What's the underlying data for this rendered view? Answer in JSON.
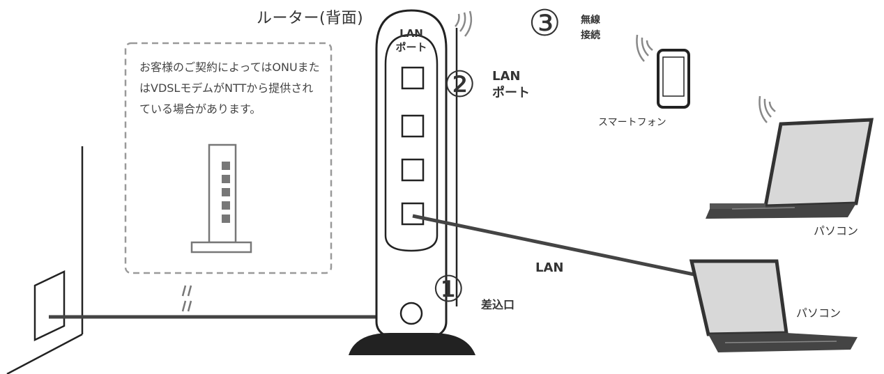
{
  "router": {
    "title": "ルーター(背面)",
    "lan_port_label_line1": "LAN",
    "lan_port_label_line2": "ポート"
  },
  "note": {
    "text": "お客様のご契約によってはONUまたはVDSLモデムがNTTから提供されている場合があります。"
  },
  "steps": [
    {
      "number": "①",
      "label": "差込口"
    },
    {
      "number": "②",
      "label_line1": "LAN",
      "label_line2": "ポート"
    },
    {
      "number": "③",
      "label_line1": "無線",
      "label_line2": "接続"
    }
  ],
  "cable": {
    "label": "LAN"
  },
  "devices": {
    "smartphone": "スマートフォン",
    "pc_wireless": "パソコン",
    "pc_wired": "パソコン"
  }
}
